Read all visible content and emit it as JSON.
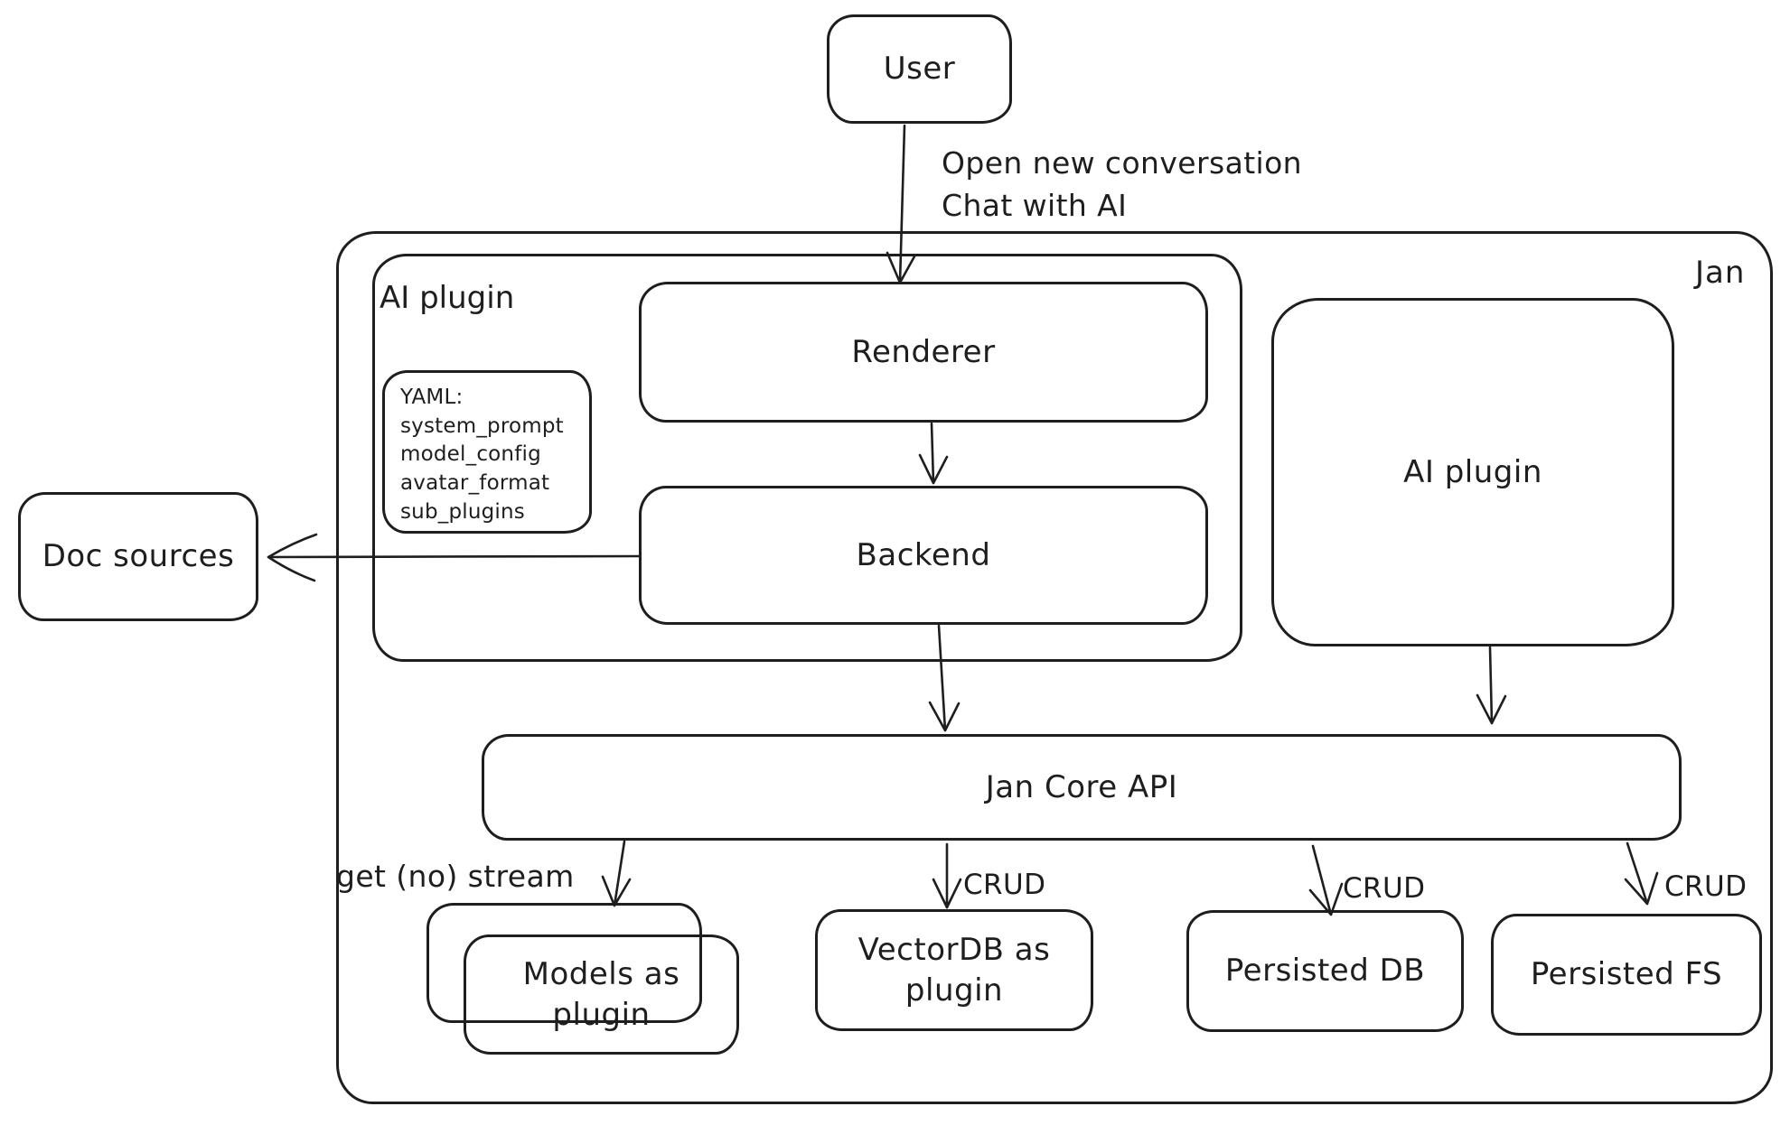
{
  "diagram": {
    "colors": {
      "stroke": "#1e1e1e",
      "background": "#ffffff"
    },
    "nodes": {
      "user": {
        "label": "User"
      },
      "jan_container": {
        "label": "Jan"
      },
      "ai_plugin_group": {
        "label": "AI plugin"
      },
      "yaml_note": {
        "text": "YAML:\nsystem_prompt\nmodel_config\navatar_format\nsub_plugins"
      },
      "renderer": {
        "label": "Renderer"
      },
      "backend": {
        "label": "Backend"
      },
      "ai_plugin_right": {
        "label": "AI plugin"
      },
      "doc_sources": {
        "label": "Doc sources"
      },
      "jan_core_api": {
        "label": "Jan Core API"
      },
      "models_plugin": {
        "label": "Models as plugin"
      },
      "vectordb_plugin": {
        "label": "VectorDB as plugin"
      },
      "persisted_db": {
        "label": "Persisted DB"
      },
      "persisted_fs": {
        "label": "Persisted FS"
      }
    },
    "edges": {
      "user_to_renderer": {
        "label": "Open new conversation\nChat with AI"
      },
      "api_to_models": {
        "label": "get (no) stream"
      },
      "api_to_vectordb": {
        "label": "CRUD"
      },
      "api_to_persisted_db": {
        "label": "CRUD"
      },
      "api_to_persisted_fs": {
        "label": "CRUD"
      }
    }
  }
}
